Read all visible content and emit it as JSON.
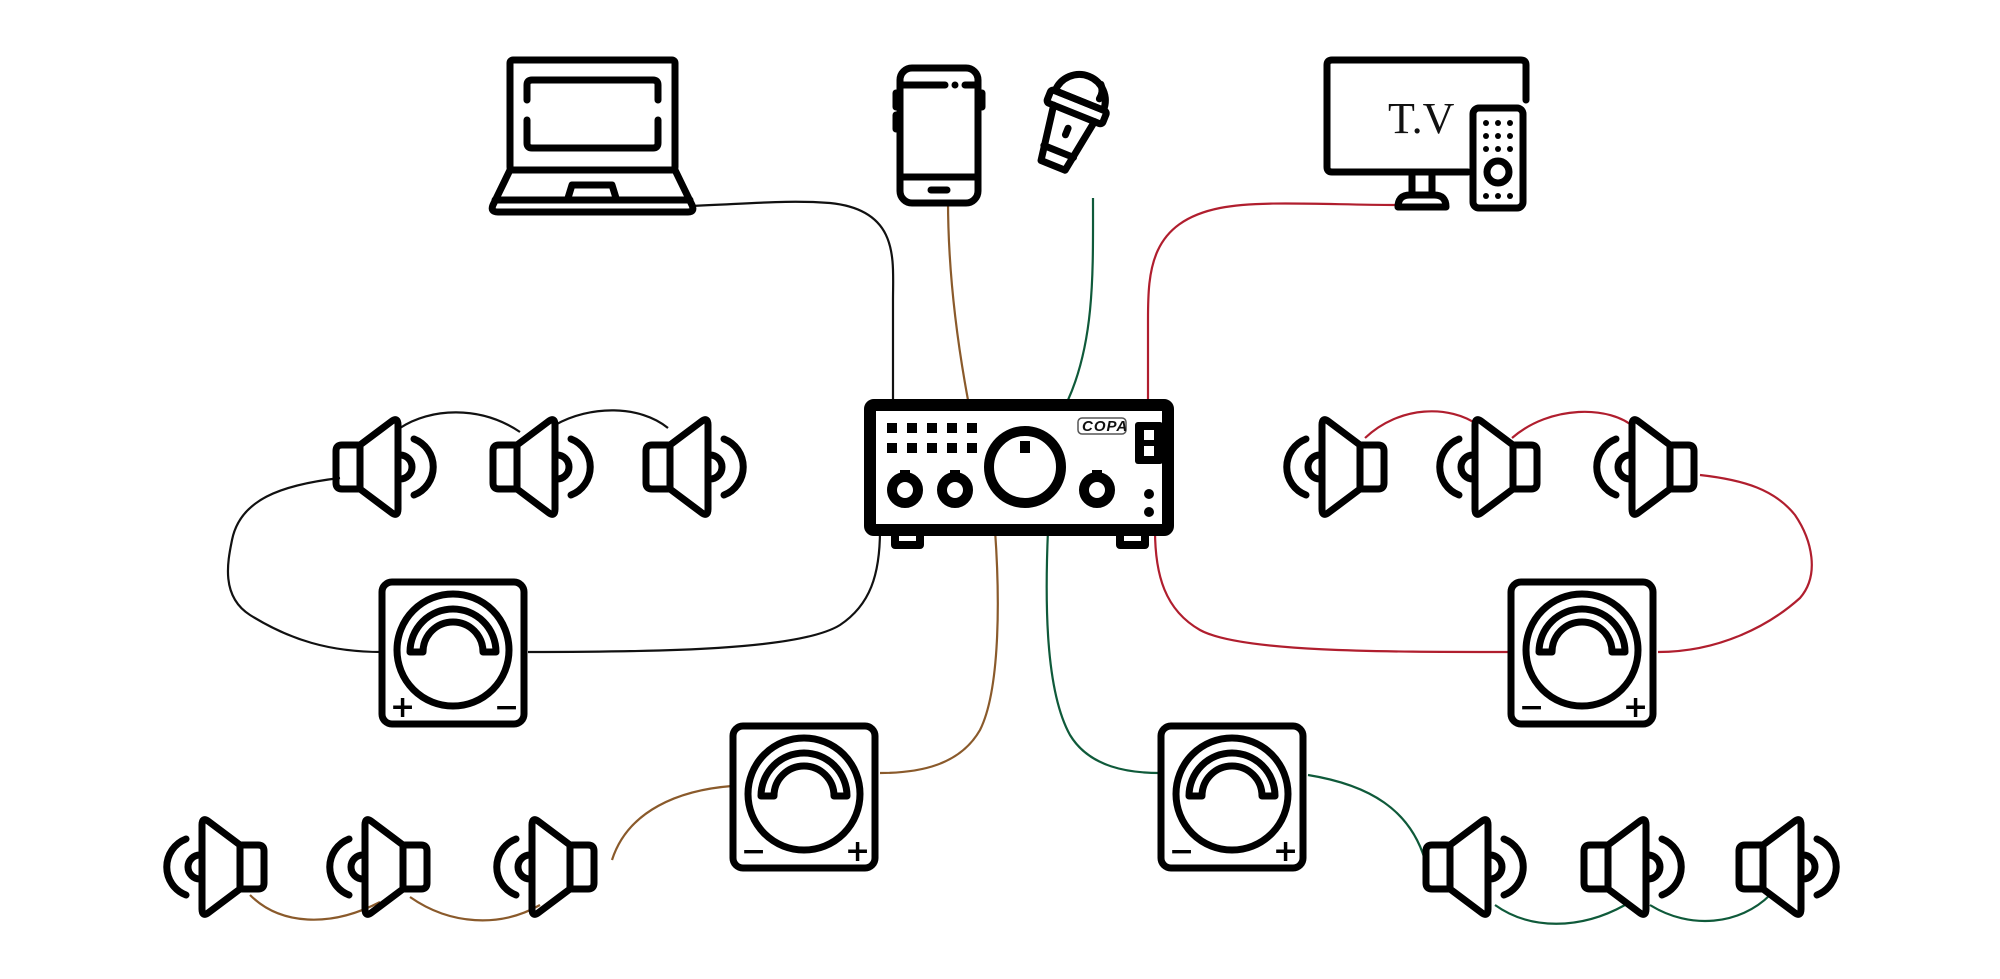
{
  "diagram": {
    "title": "Multi-source audio amplifier wiring with zone volume controls",
    "amplifier": {
      "name": "amplifier",
      "brand_label": "COPA"
    },
    "sources": [
      {
        "id": "laptop",
        "label": "Laptop",
        "cable_color": "#111111"
      },
      {
        "id": "phone",
        "label": "Smartphone",
        "cable_color": "#8a5a2b"
      },
      {
        "id": "microphone",
        "label": "Microphone",
        "cable_color": "#0f5a3a"
      },
      {
        "id": "tv",
        "label": "T.V",
        "cable_color": "#b01e2e"
      }
    ],
    "tv_screen_text": "T.V",
    "zones": [
      {
        "id": "zone-black",
        "source": "laptop",
        "volume_signs": [
          "+",
          "−"
        ],
        "speakers": 3
      },
      {
        "id": "zone-brown",
        "source": "phone",
        "volume_signs": [
          "−",
          "+"
        ],
        "speakers": 3
      },
      {
        "id": "zone-green",
        "source": "microphone",
        "volume_signs": [
          "−",
          "+"
        ],
        "speakers": 3
      },
      {
        "id": "zone-red",
        "source": "tv",
        "volume_signs": [
          "−",
          "+"
        ],
        "speakers": 3
      }
    ]
  }
}
